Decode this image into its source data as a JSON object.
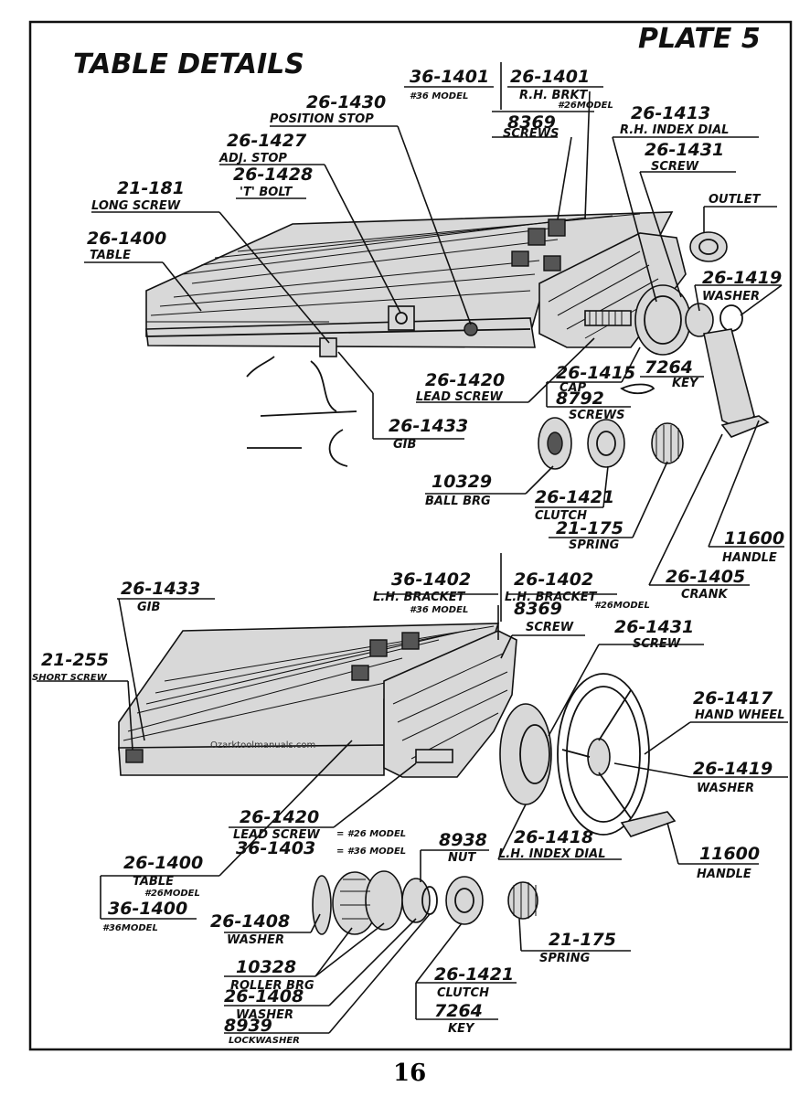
{
  "plate": "PLATE 5",
  "title": "TABLE DETAILS",
  "page_number": "16",
  "watermark": "Ozarktoolmanuals.com",
  "upper": {
    "p36_1401": "36-1401",
    "p36_1401_note": "#36 MODEL",
    "p26_1401": "26-1401",
    "p26_1401_name": "R.H. BRKT",
    "p26_1401_note": "#26MODEL",
    "p8369": "8369",
    "p8369_name": "SCREWS",
    "p26_1413": "26-1413",
    "p26_1413_name": "R.H. INDEX DIAL",
    "p26_1431": "26-1431",
    "p26_1431_name": "SCREW",
    "outlet": "OUTLET",
    "p26_1430": "26-1430",
    "p26_1430_name": "POSITION STOP",
    "p26_1427": "26-1427",
    "p26_1427_name": "ADJ. STOP",
    "p26_1428": "26-1428",
    "p26_1428_name": "'T' BOLT",
    "p21_181": "21-181",
    "p21_181_name": "LONG SCREW",
    "p26_1400": "26-1400",
    "p26_1400_name": "TABLE",
    "p26_1419": "26-1419",
    "p26_1419_name": "WASHER",
    "p7264": "7264",
    "p7264_name": "KEY",
    "p26_1415": "26-1415",
    "p26_1415_name": "CAP",
    "p8792": "8792",
    "p8792_name": "SCREWS",
    "p26_1420": "26-1420",
    "p26_1420_name": "LEAD SCREW",
    "p26_1433": "26-1433",
    "p26_1433_name": "GIB",
    "p10329": "10329",
    "p10329_name": "BALL BRG",
    "p26_1421": "26-1421",
    "p26_1421_name": "CLUTCH",
    "p21_175": "21-175",
    "p21_175_name": "SPRING",
    "p11600": "11600",
    "p11600_name": "HANDLE",
    "p26_1405": "26-1405",
    "p26_1405_name": "CRANK"
  },
  "lower": {
    "p36_1402": "36-1402",
    "p36_1402_name": "L.H. BRACKET",
    "p36_1402_note": "#36 MODEL",
    "p26_1402": "26-1402",
    "p26_1402_name": "L.H. BRACKET",
    "p26_1402_note": "#26MODEL",
    "p8369": "8369",
    "p8369_name": "SCREW",
    "p26_1433": "26-1433",
    "p26_1433_name": "GIB",
    "p26_1431": "26-1431",
    "p26_1431_name": "SCREW",
    "p21_255": "21-255",
    "p21_255_name": "SHORT SCREW",
    "p26_1417": "26-1417",
    "p26_1417_name": "HAND WHEEL",
    "p26_1419": "26-1419",
    "p26_1419_name": "WASHER",
    "p26_1420": "26-1420",
    "p26_1420_name": "LEAD SCREW",
    "p26_1420_note": "= #26 MODEL",
    "p36_1403": "36-1403",
    "p36_1403_note": "= #36 MODEL",
    "p8938": "8938",
    "p8938_name": "NUT",
    "p26_1418": "26-1418",
    "p26_1418_name": "L.H. INDEX DIAL",
    "p11600": "11600",
    "p11600_name": "HANDLE",
    "p26_1400": "26-1400",
    "p26_1400_name": "TABLE",
    "p26_1400_note": "#26MODEL",
    "p36_1400": "36-1400",
    "p36_1400_note": "#36MODEL",
    "p26_1408": "26-1408",
    "p26_1408_name": "WASHER",
    "p21_175": "21-175",
    "p21_175_name": "SPRING",
    "p10328": "10328",
    "p10328_name": "ROLLER BRG",
    "p26_1408b": "26-1408",
    "p26_1408b_name": "WASHER",
    "p8939": "8939",
    "p8939_name": "LOCKWASHER",
    "p26_1421": "26-1421",
    "p26_1421_name": "CLUTCH",
    "p7264": "7264",
    "p7264_name": "KEY"
  }
}
